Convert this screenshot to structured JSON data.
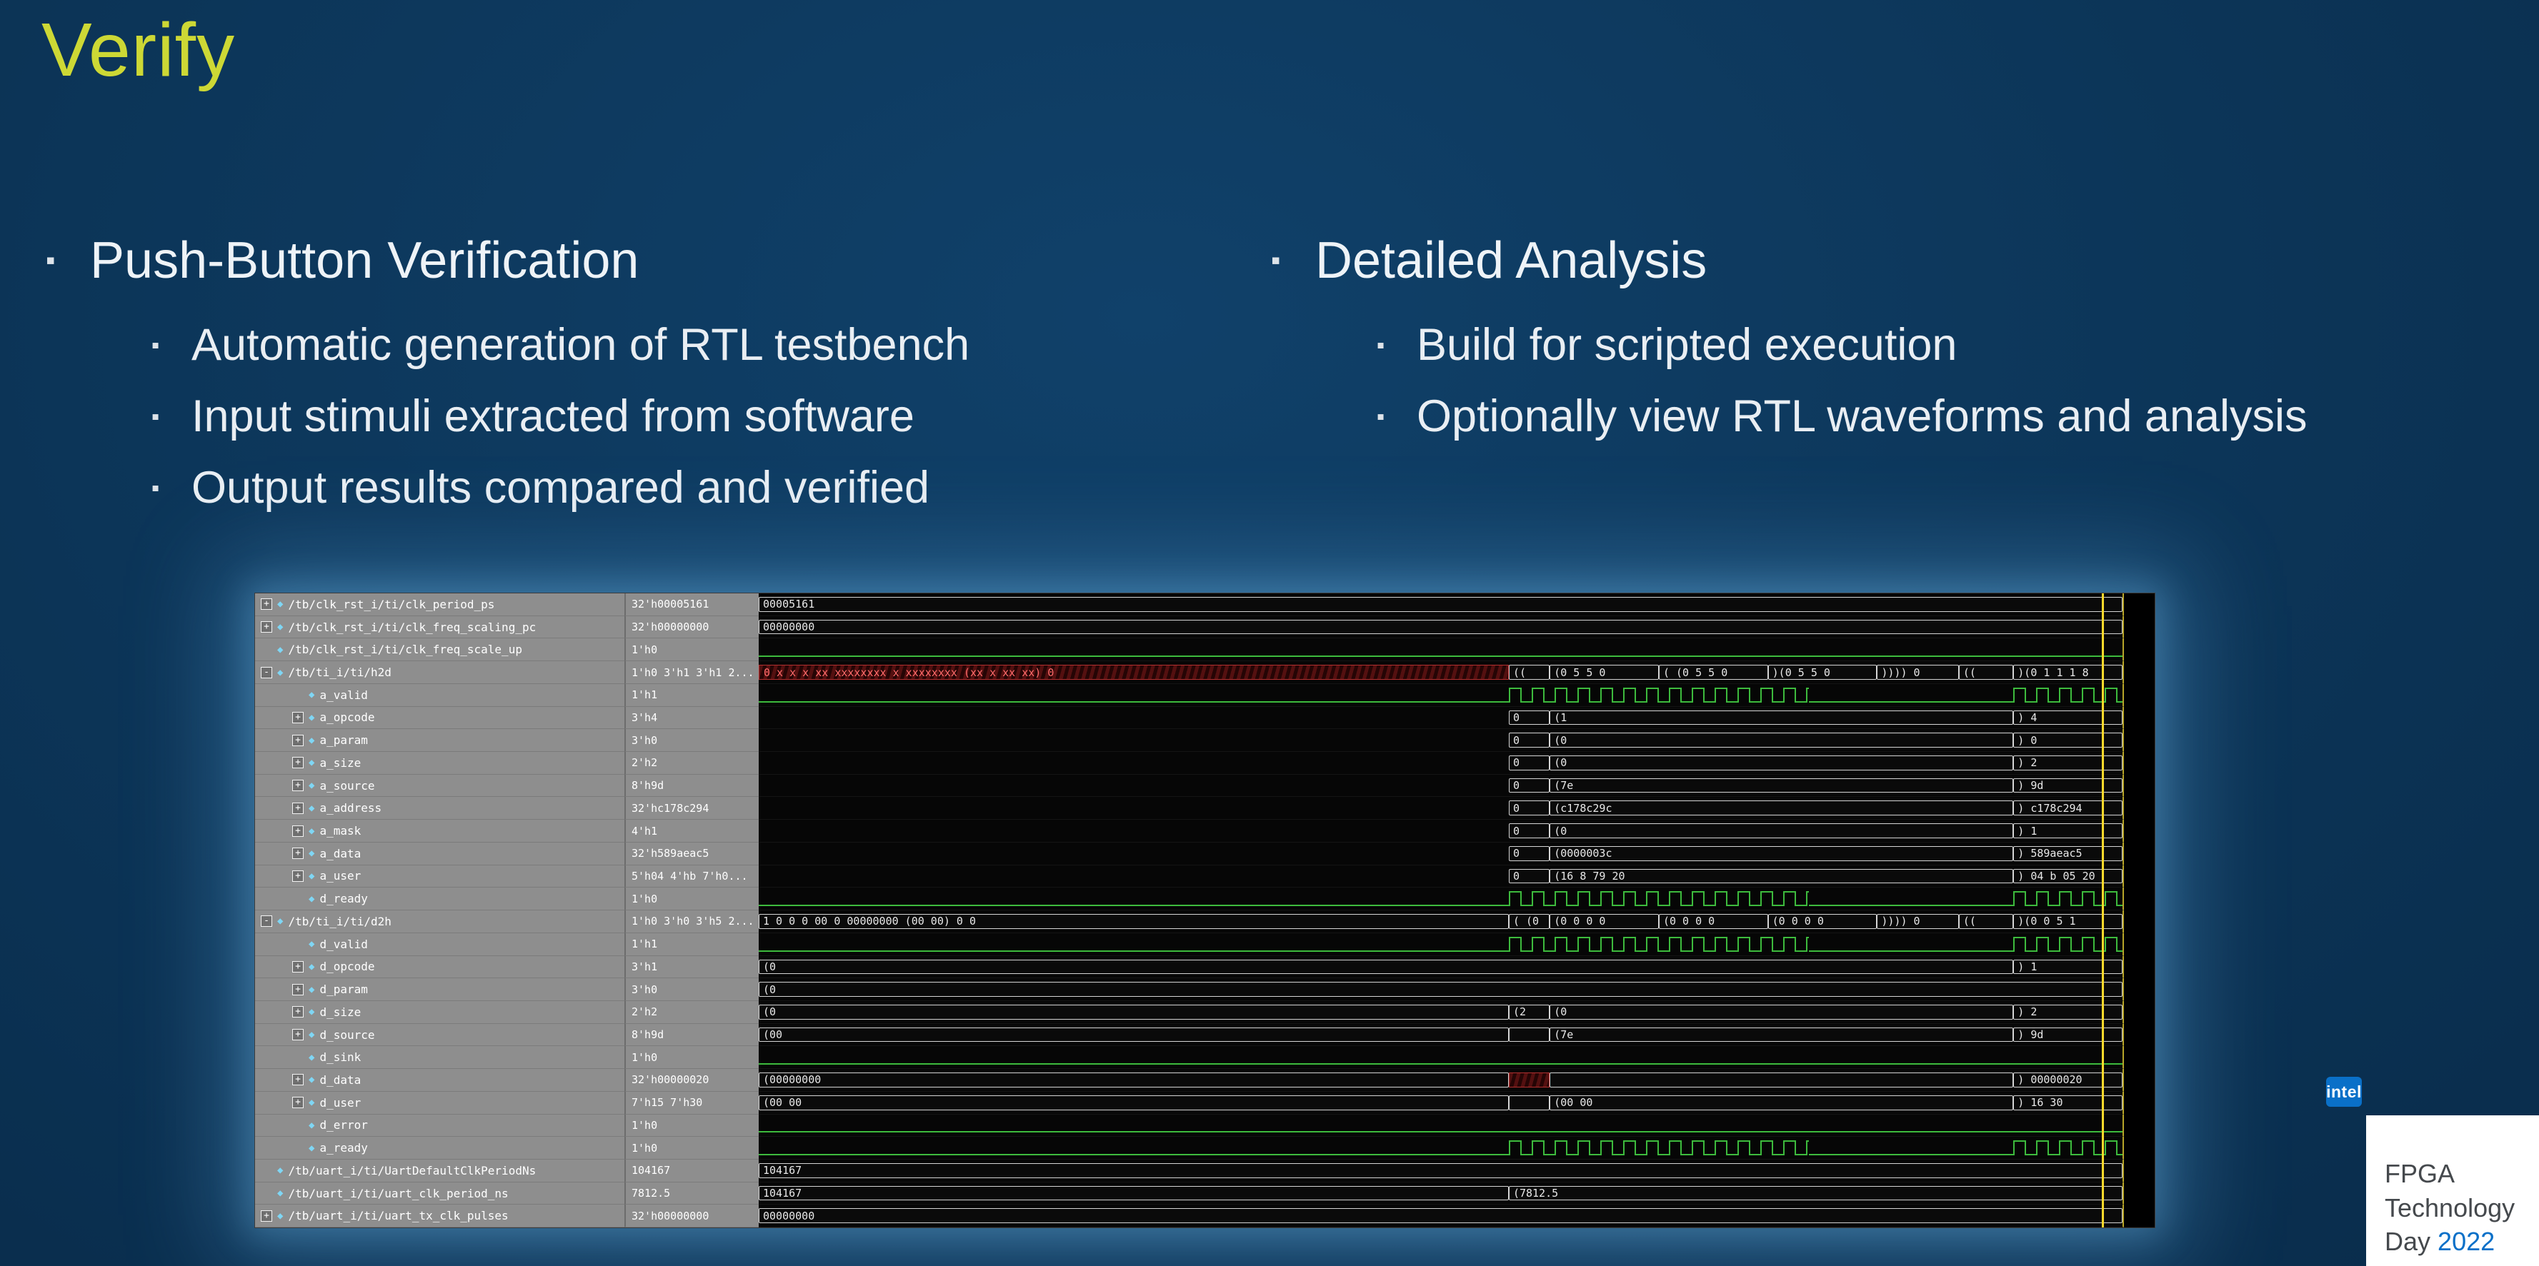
{
  "colors": {
    "accent_yellow": "#cdd835",
    "intel_blue": "#0a70c8",
    "wave_green": "#3dbb3d",
    "unknown_red": "#ff6b6b",
    "cursor_yellow": "#ffd92b"
  },
  "slide": {
    "title": "Verify"
  },
  "columns": [
    {
      "heading": "Push-Button Verification",
      "items": [
        "Automatic generation of RTL testbench",
        "Input stimuli extracted from software",
        "Output results compared and verified"
      ]
    },
    {
      "heading": "Detailed Analysis",
      "items": [
        "Build for scripted execution",
        "Optionally view RTL waveforms and analysis"
      ]
    }
  ],
  "branding": {
    "intel_logo": "intel",
    "event_line1": "FPGA",
    "event_line2": "Technology",
    "event_line3_prefix": "Day",
    "event_year": "2022"
  },
  "waveform": {
    "rows": [
      {
        "name": "/tb/clk_rst_i/ti/clk_period_ps",
        "value": "32'h00005161",
        "level": 0,
        "expand": "+",
        "segments": [
          {
            "s": 0,
            "e": 100,
            "label": "00005161",
            "style": "val"
          }
        ]
      },
      {
        "name": "/tb/clk_rst_i/ti/clk_freq_scaling_pc",
        "value": "32'h00000000",
        "level": 0,
        "expand": "+",
        "segments": [
          {
            "s": 0,
            "e": 100,
            "label": "00000000",
            "style": "val"
          }
        ]
      },
      {
        "name": "/tb/clk_rst_i/ti/clk_freq_scale_up",
        "value": "1'h0",
        "level": 0,
        "expand": "",
        "segments": [
          {
            "s": 0,
            "e": 100,
            "label": "",
            "style": "low"
          }
        ]
      },
      {
        "name": "/tb/ti_i/ti/h2d",
        "value": "1'h0 3'h1 3'h1 2...",
        "level": 0,
        "expand": "-",
        "segments": [
          {
            "s": 0,
            "e": 55,
            "label": "0 x x x xx xxxxxxxx x xxxxxxxx (xx x xx xx) 0",
            "style": "x"
          },
          {
            "s": 55,
            "e": 58,
            "label": "((",
            "style": "val"
          },
          {
            "s": 58,
            "e": 66,
            "label": "(0 5 5 0",
            "style": "val"
          },
          {
            "s": 66,
            "e": 74,
            "label": "( (0 5 5 0",
            "style": "val"
          },
          {
            "s": 74,
            "e": 82,
            "label": ")(0 5 5 0",
            "style": "val"
          },
          {
            "s": 82,
            "e": 88,
            "label": ")))) 0",
            "style": "val"
          },
          {
            "s": 88,
            "e": 92,
            "label": "((",
            "style": "val"
          },
          {
            "s": 92,
            "e": 100,
            "label": ")(0 1 1 1 8",
            "style": "val"
          }
        ]
      },
      {
        "name": "a_valid",
        "value": "1'h1",
        "level": 1,
        "expand": "",
        "segments": [
          {
            "s": 0,
            "e": 55,
            "label": "",
            "style": "low"
          },
          {
            "s": 55,
            "e": 77,
            "label": "",
            "style": "pulses"
          },
          {
            "s": 77,
            "e": 92,
            "label": "",
            "style": "low"
          },
          {
            "s": 92,
            "e": 100,
            "label": "",
            "style": "pulses"
          }
        ]
      },
      {
        "name": "a_opcode",
        "value": "3'h4",
        "level": 1,
        "expand": "+",
        "segments": [
          {
            "s": 55,
            "e": 58,
            "label": "0",
            "style": "val"
          },
          {
            "s": 58,
            "e": 92,
            "label": "(1",
            "style": "val"
          },
          {
            "s": 92,
            "e": 100,
            "label": ") 4",
            "style": "val"
          }
        ]
      },
      {
        "name": "a_param",
        "value": "3'h0",
        "level": 1,
        "expand": "+",
        "segments": [
          {
            "s": 55,
            "e": 58,
            "label": "0",
            "style": "val"
          },
          {
            "s": 58,
            "e": 92,
            "label": "(0",
            "style": "val"
          },
          {
            "s": 92,
            "e": 100,
            "label": ") 0",
            "style": "val"
          }
        ]
      },
      {
        "name": "a_size",
        "value": "2'h2",
        "level": 1,
        "expand": "+",
        "segments": [
          {
            "s": 55,
            "e": 58,
            "label": "0",
            "style": "val"
          },
          {
            "s": 58,
            "e": 92,
            "label": "(0",
            "style": "val"
          },
          {
            "s": 92,
            "e": 100,
            "label": ") 2",
            "style": "val"
          }
        ]
      },
      {
        "name": "a_source",
        "value": "8'h9d",
        "level": 1,
        "expand": "+",
        "segments": [
          {
            "s": 55,
            "e": 58,
            "label": "0",
            "style": "val"
          },
          {
            "s": 58,
            "e": 92,
            "label": "(7e",
            "style": "val"
          },
          {
            "s": 92,
            "e": 100,
            "label": ") 9d",
            "style": "val"
          }
        ]
      },
      {
        "name": "a_address",
        "value": "32'hc178c294",
        "level": 1,
        "expand": "+",
        "segments": [
          {
            "s": 55,
            "e": 58,
            "label": "0",
            "style": "val"
          },
          {
            "s": 58,
            "e": 92,
            "label": "(c178c29c",
            "style": "val"
          },
          {
            "s": 92,
            "e": 100,
            "label": ") c178c294",
            "style": "val"
          }
        ]
      },
      {
        "name": "a_mask",
        "value": "4'h1",
        "level": 1,
        "expand": "+",
        "segments": [
          {
            "s": 55,
            "e": 58,
            "label": "0",
            "style": "val"
          },
          {
            "s": 58,
            "e": 92,
            "label": "(0",
            "style": "val"
          },
          {
            "s": 92,
            "e": 100,
            "label": ") 1",
            "style": "val"
          }
        ]
      },
      {
        "name": "a_data",
        "value": "32'h589aeac5",
        "level": 1,
        "expand": "+",
        "segments": [
          {
            "s": 55,
            "e": 58,
            "label": "0",
            "style": "val"
          },
          {
            "s": 58,
            "e": 92,
            "label": "(0000003c",
            "style": "val"
          },
          {
            "s": 92,
            "e": 100,
            "label": ") 589aeac5",
            "style": "val"
          }
        ]
      },
      {
        "name": "a_user",
        "value": "5'h04 4'hb 7'h0...",
        "level": 1,
        "expand": "+",
        "segments": [
          {
            "s": 55,
            "e": 58,
            "label": "0",
            "style": "val"
          },
          {
            "s": 58,
            "e": 92,
            "label": "(16 8 79 20",
            "style": "val"
          },
          {
            "s": 92,
            "e": 100,
            "label": ") 04 b 05 20",
            "style": "val"
          }
        ]
      },
      {
        "name": "d_ready",
        "value": "1'h0",
        "level": 1,
        "expand": "",
        "segments": [
          {
            "s": 0,
            "e": 55,
            "label": "",
            "style": "low"
          },
          {
            "s": 55,
            "e": 77,
            "label": "",
            "style": "pulses"
          },
          {
            "s": 77,
            "e": 92,
            "label": "",
            "style": "low"
          },
          {
            "s": 92,
            "e": 100,
            "label": "",
            "style": "pulses"
          }
        ]
      },
      {
        "name": "/tb/ti_i/ti/d2h",
        "value": "1'h0 3'h0 3'h5 2...",
        "level": 0,
        "expand": "-",
        "segments": [
          {
            "s": 0,
            "e": 55,
            "label": "1 0 0 0 00 0 00000000 (00 00) 0 0",
            "style": "val"
          },
          {
            "s": 55,
            "e": 58,
            "label": "( (0",
            "style": "val"
          },
          {
            "s": 58,
            "e": 66,
            "label": "(0 0 0 0",
            "style": "val"
          },
          {
            "s": 66,
            "e": 74,
            "label": "(0 0 0 0",
            "style": "val"
          },
          {
            "s": 74,
            "e": 82,
            "label": "(0 0 0 0",
            "style": "val"
          },
          {
            "s": 82,
            "e": 88,
            "label": ")))) 0",
            "style": "val"
          },
          {
            "s": 88,
            "e": 92,
            "label": "((",
            "style": "val"
          },
          {
            "s": 92,
            "e": 100,
            "label": ")(0 0 5 1",
            "style": "val"
          }
        ]
      },
      {
        "name": "d_valid",
        "value": "1'h1",
        "level": 1,
        "expand": "",
        "segments": [
          {
            "s": 0,
            "e": 55,
            "label": "",
            "style": "low"
          },
          {
            "s": 55,
            "e": 77,
            "label": "",
            "style": "pulses"
          },
          {
            "s": 77,
            "e": 92,
            "label": "",
            "style": "low"
          },
          {
            "s": 92,
            "e": 100,
            "label": "",
            "style": "pulses"
          }
        ]
      },
      {
        "name": "d_opcode",
        "value": "3'h1",
        "level": 1,
        "expand": "+",
        "segments": [
          {
            "s": 0,
            "e": 92,
            "label": "(0",
            "style": "val"
          },
          {
            "s": 92,
            "e": 100,
            "label": ") 1",
            "style": "val"
          }
        ]
      },
      {
        "name": "d_param",
        "value": "3'h0",
        "level": 1,
        "expand": "+",
        "segments": [
          {
            "s": 0,
            "e": 100,
            "label": "(0",
            "style": "val"
          }
        ]
      },
      {
        "name": "d_size",
        "value": "2'h2",
        "level": 1,
        "expand": "+",
        "segments": [
          {
            "s": 0,
            "e": 55,
            "label": "(0",
            "style": "val"
          },
          {
            "s": 55,
            "e": 58,
            "label": "(2",
            "style": "val"
          },
          {
            "s": 58,
            "e": 92,
            "label": "(0",
            "style": "val"
          },
          {
            "s": 92,
            "e": 100,
            "label": ") 2",
            "style": "val"
          }
        ]
      },
      {
        "name": "d_source",
        "value": "8'h9d",
        "level": 1,
        "expand": "+",
        "segments": [
          {
            "s": 0,
            "e": 55,
            "label": "(00",
            "style": "val"
          },
          {
            "s": 55,
            "e": 58,
            "label": "",
            "style": "val"
          },
          {
            "s": 58,
            "e": 92,
            "label": "(7e",
            "style": "val"
          },
          {
            "s": 92,
            "e": 100,
            "label": ") 9d",
            "style": "val"
          }
        ]
      },
      {
        "name": "d_sink",
        "value": "1'h0",
        "level": 1,
        "expand": "",
        "segments": [
          {
            "s": 0,
            "e": 100,
            "label": "",
            "style": "low"
          }
        ]
      },
      {
        "name": "d_data",
        "value": "32'h00000020",
        "level": 1,
        "expand": "+",
        "segments": [
          {
            "s": 0,
            "e": 55,
            "label": "(00000000",
            "style": "val"
          },
          {
            "s": 55,
            "e": 58,
            "label": "",
            "style": "x"
          },
          {
            "s": 58,
            "e": 92,
            "label": "",
            "style": "val"
          },
          {
            "s": 92,
            "e": 100,
            "label": ") 00000020",
            "style": "val"
          }
        ]
      },
      {
        "name": "d_user",
        "value": "7'h15 7'h30",
        "level": 1,
        "expand": "+",
        "segments": [
          {
            "s": 0,
            "e": 55,
            "label": "(00 00",
            "style": "val"
          },
          {
            "s": 55,
            "e": 58,
            "label": "",
            "style": "val"
          },
          {
            "s": 58,
            "e": 92,
            "label": "(00 00",
            "style": "val"
          },
          {
            "s": 92,
            "e": 100,
            "label": ") 16 30",
            "style": "val"
          }
        ]
      },
      {
        "name": "d_error",
        "value": "1'h0",
        "level": 1,
        "expand": "",
        "segments": [
          {
            "s": 0,
            "e": 100,
            "label": "",
            "style": "low"
          }
        ]
      },
      {
        "name": "a_ready",
        "value": "1'h0",
        "level": 1,
        "expand": "",
        "segments": [
          {
            "s": 0,
            "e": 55,
            "label": "",
            "style": "low"
          },
          {
            "s": 55,
            "e": 77,
            "label": "",
            "style": "pulses"
          },
          {
            "s": 77,
            "e": 92,
            "label": "",
            "style": "low"
          },
          {
            "s": 92,
            "e": 100,
            "label": "",
            "style": "pulses"
          }
        ]
      },
      {
        "name": "/tb/uart_i/ti/UartDefaultClkPeriodNs",
        "value": "104167",
        "level": 0,
        "expand": "",
        "segments": [
          {
            "s": 0,
            "e": 100,
            "label": "104167",
            "style": "val"
          }
        ]
      },
      {
        "name": "/tb/uart_i/ti/uart_clk_period_ns",
        "value": "7812.5",
        "level": 0,
        "expand": "",
        "segments": [
          {
            "s": 0,
            "e": 55,
            "label": "104167",
            "style": "val"
          },
          {
            "s": 55,
            "e": 100,
            "label": "(7812.5",
            "style": "val"
          }
        ]
      },
      {
        "name": "/tb/uart_i/ti/uart_tx_clk_pulses",
        "value": "32'h00000000",
        "level": 0,
        "expand": "+",
        "segments": [
          {
            "s": 0,
            "e": 100,
            "label": "00000000",
            "style": "val"
          }
        ]
      }
    ]
  }
}
